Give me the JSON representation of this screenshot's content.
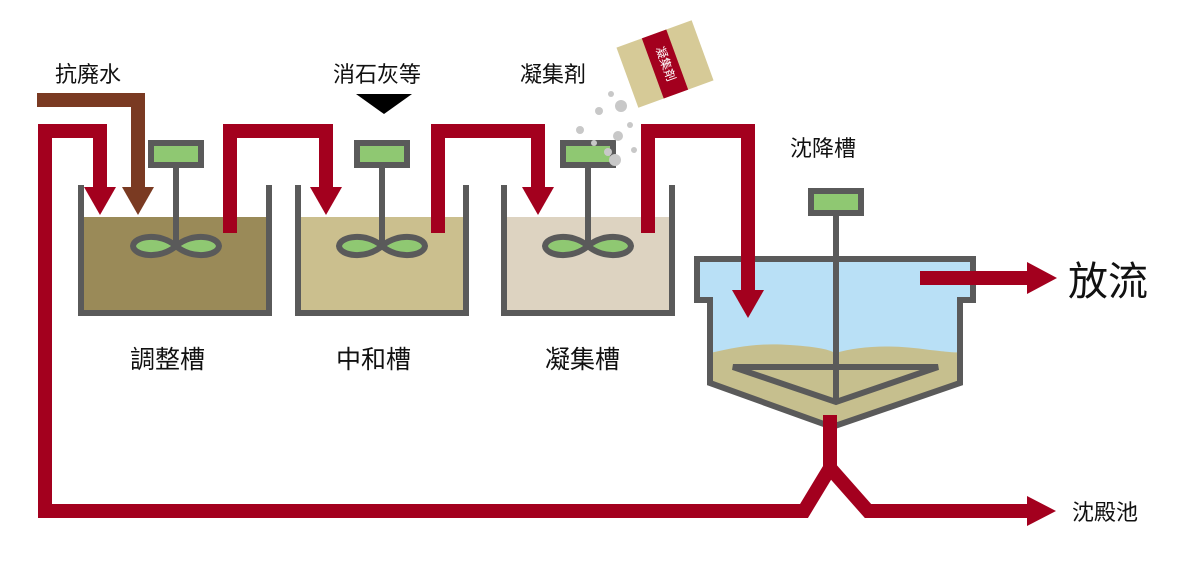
{
  "title": "Wastewater treatment flow diagram",
  "labels": {
    "raw_water": "抗廃水",
    "lime": "消石灰等",
    "coagulant": "凝集剤",
    "coagulant_bag": "凝集剤",
    "settling_tank_top": "沈降槽",
    "discharge": "放流",
    "sludge_pit": "沈殿池"
  },
  "tanks": [
    {
      "name": "調整槽",
      "color": "#9a8a58"
    },
    {
      "name": "中和槽",
      "color": "#cbbf8e"
    },
    {
      "name": "凝集槽",
      "color": "#ddd3c1"
    }
  ],
  "settling_tank": {
    "water_color": "#b9e0f6",
    "sludge_color": "#c6bf8e"
  },
  "colors": {
    "pipe": "#a3001e",
    "raw_water_pipe": "#7a3a22",
    "motor": "#8fc872",
    "outline": "#5a5a5a",
    "bag": "#d6ca97"
  }
}
